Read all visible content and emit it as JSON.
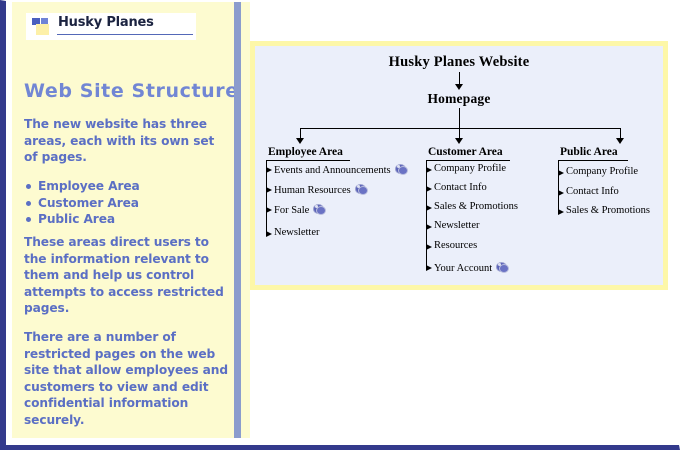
{
  "sidebar": {
    "logo": {
      "icon": "husky-planes-logo-icon",
      "text": "Husky Planes"
    },
    "heading": "Web Site Structure",
    "paragraph_1": "The new website has three areas, each with its own set of pages.",
    "list": [
      "Employee Area",
      "Customer Area",
      "Public Area"
    ],
    "paragraph_2": "These areas direct users to the information relevant to them and help us control attempts to access restricted pages.",
    "paragraph_3": "There are a number of restricted pages on the web site that allow employees and customers to view and edit confidential information securely.",
    "colors": {
      "background": "#fdfbd0",
      "text": "#5b6fc4",
      "heading": "#7186d4",
      "divider": "#8b9ccd"
    }
  },
  "diagram": {
    "root_title": "Husky Planes Website",
    "home_title": "Homepage",
    "restricted_icon": "restricted-lock-icon",
    "colors": {
      "panel_background": "#ebeffa",
      "panel_border": "#fdf7a8",
      "line": "#000000"
    },
    "columns": [
      {
        "header": "Employee Area",
        "items": [
          {
            "label": "Events and Announcements",
            "restricted": true
          },
          {
            "label": "Human Resources",
            "restricted": true
          },
          {
            "label": "For Sale",
            "restricted": true
          },
          {
            "label": "Newsletter",
            "restricted": false
          }
        ]
      },
      {
        "header": "Customer Area",
        "items": [
          {
            "label": "Company Profile",
            "restricted": false
          },
          {
            "label": "Contact Info",
            "restricted": false
          },
          {
            "label": "Sales & Promotions",
            "restricted": false
          },
          {
            "label": "Newsletter",
            "restricted": false
          },
          {
            "label": "Resources",
            "restricted": false
          },
          {
            "label": "Your Account",
            "restricted": true
          }
        ]
      },
      {
        "header": "Public Area",
        "items": [
          {
            "label": "Company Profile",
            "restricted": false
          },
          {
            "label": "Contact Info",
            "restricted": false
          },
          {
            "label": "Sales & Promotions",
            "restricted": false
          }
        ]
      }
    ]
  },
  "page": {
    "frame_color": "#333a8c",
    "background": "#ffffff"
  }
}
